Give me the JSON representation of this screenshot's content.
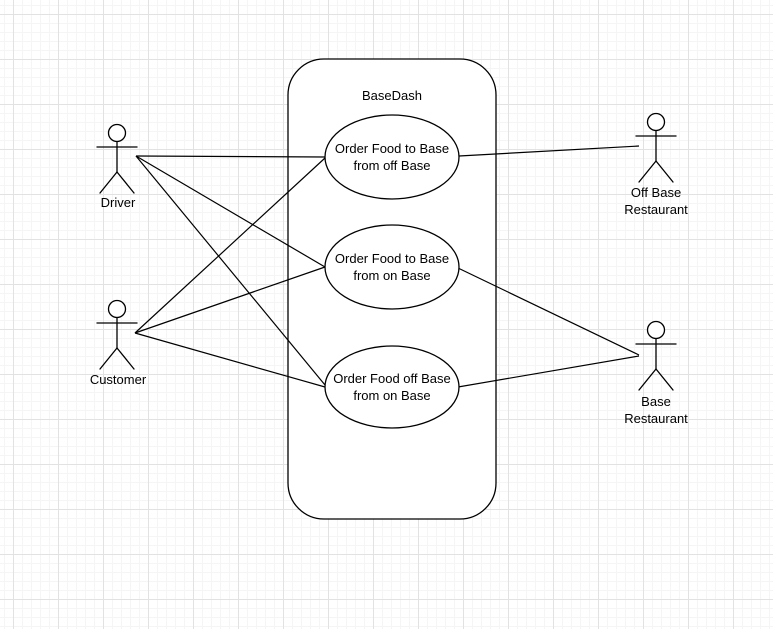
{
  "canvas": {
    "background_color": "#ffffff",
    "grid_minor_color": "#f5f5f5",
    "grid_major_color": "#e2e2e2"
  },
  "colors": {
    "shape_stroke": "#000000",
    "shape_fill": "#ffffff",
    "text_color": "#000000"
  },
  "diagram": {
    "type": "uml-use-case-diagram",
    "system": {
      "title": "BaseDash"
    },
    "use_cases": [
      {
        "id": "order-food-to-base-from-off-base",
        "label_line1": "Order Food to Base",
        "label_line2": "from off Base"
      },
      {
        "id": "order-food-to-base-from-on-base",
        "label_line1": "Order Food to Base",
        "label_line2": "from on Base"
      },
      {
        "id": "order-food-off-base-from-on-base",
        "label_line1": "Order Food off Base",
        "label_line2": "from on Base"
      }
    ],
    "actors": [
      {
        "id": "driver",
        "label": "Driver"
      },
      {
        "id": "customer",
        "label": "Customer"
      },
      {
        "id": "off-base-restaurant",
        "label": "Off Base",
        "label2": "Restaurant"
      },
      {
        "id": "base-restaurant",
        "label": "Base",
        "label2": "Restaurant"
      }
    ],
    "associations": [
      {
        "from": "Driver",
        "to": "Order Food to Base from off Base"
      },
      {
        "from": "Driver",
        "to": "Order Food to Base from on Base"
      },
      {
        "from": "Driver",
        "to": "Order Food off Base from on Base"
      },
      {
        "from": "Customer",
        "to": "Order Food to Base from off Base"
      },
      {
        "from": "Customer",
        "to": "Order Food to Base from on Base"
      },
      {
        "from": "Customer",
        "to": "Order Food off Base from on Base"
      },
      {
        "from": "Order Food to Base from off Base",
        "to": "Off Base Restaurant"
      },
      {
        "from": "Order Food to Base from on Base",
        "to": "Base Restaurant"
      },
      {
        "from": "Order Food off Base from on Base",
        "to": "Base Restaurant"
      }
    ]
  }
}
